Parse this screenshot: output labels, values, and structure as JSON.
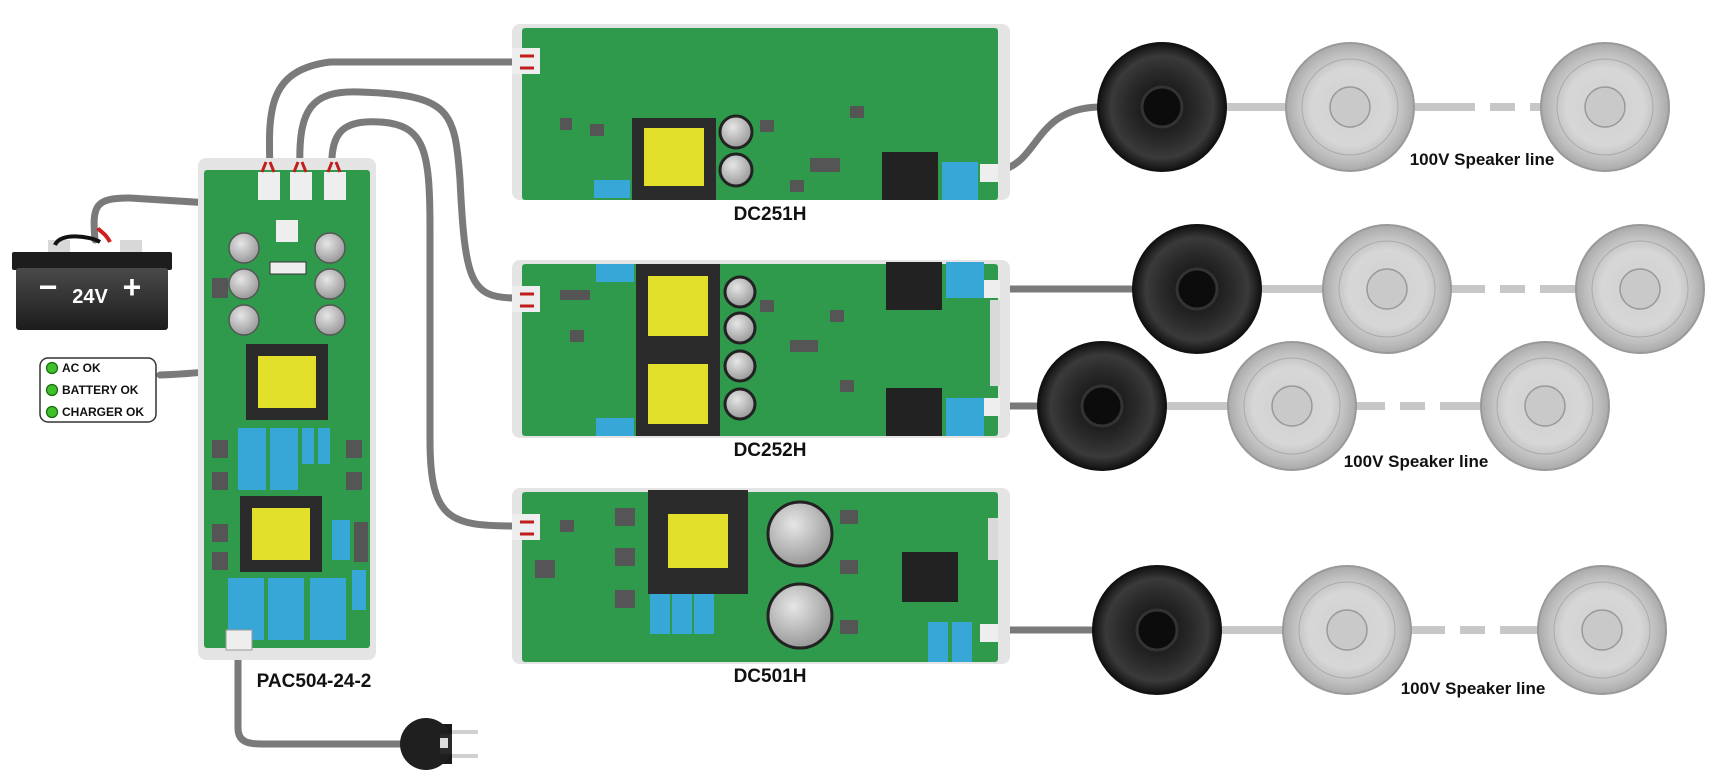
{
  "battery": {
    "voltage_label": "24V",
    "minus": "−",
    "plus": "+"
  },
  "status_panel": {
    "items": [
      {
        "label": "AC OK",
        "color": "#3fc02a"
      },
      {
        "label": "BATTERY OK",
        "color": "#3fc02a"
      },
      {
        "label": "CHARGER OK",
        "color": "#3fc02a"
      }
    ]
  },
  "modules": {
    "psu": "PAC504-24-2",
    "amp1": "DC251H",
    "amp2": "DC252H",
    "amp3": "DC501H"
  },
  "speaker_lines": {
    "line1": "100V Speaker line",
    "line2": "100V Speaker line",
    "line3": "100V Speaker line"
  },
  "colors": {
    "pcb": "#2f9a4c",
    "cable": "#7a7a7a",
    "capacitor": "#b9b9b9",
    "transformer": "#e2e02a",
    "connector": "#37a7d8",
    "chip": "#222222"
  }
}
